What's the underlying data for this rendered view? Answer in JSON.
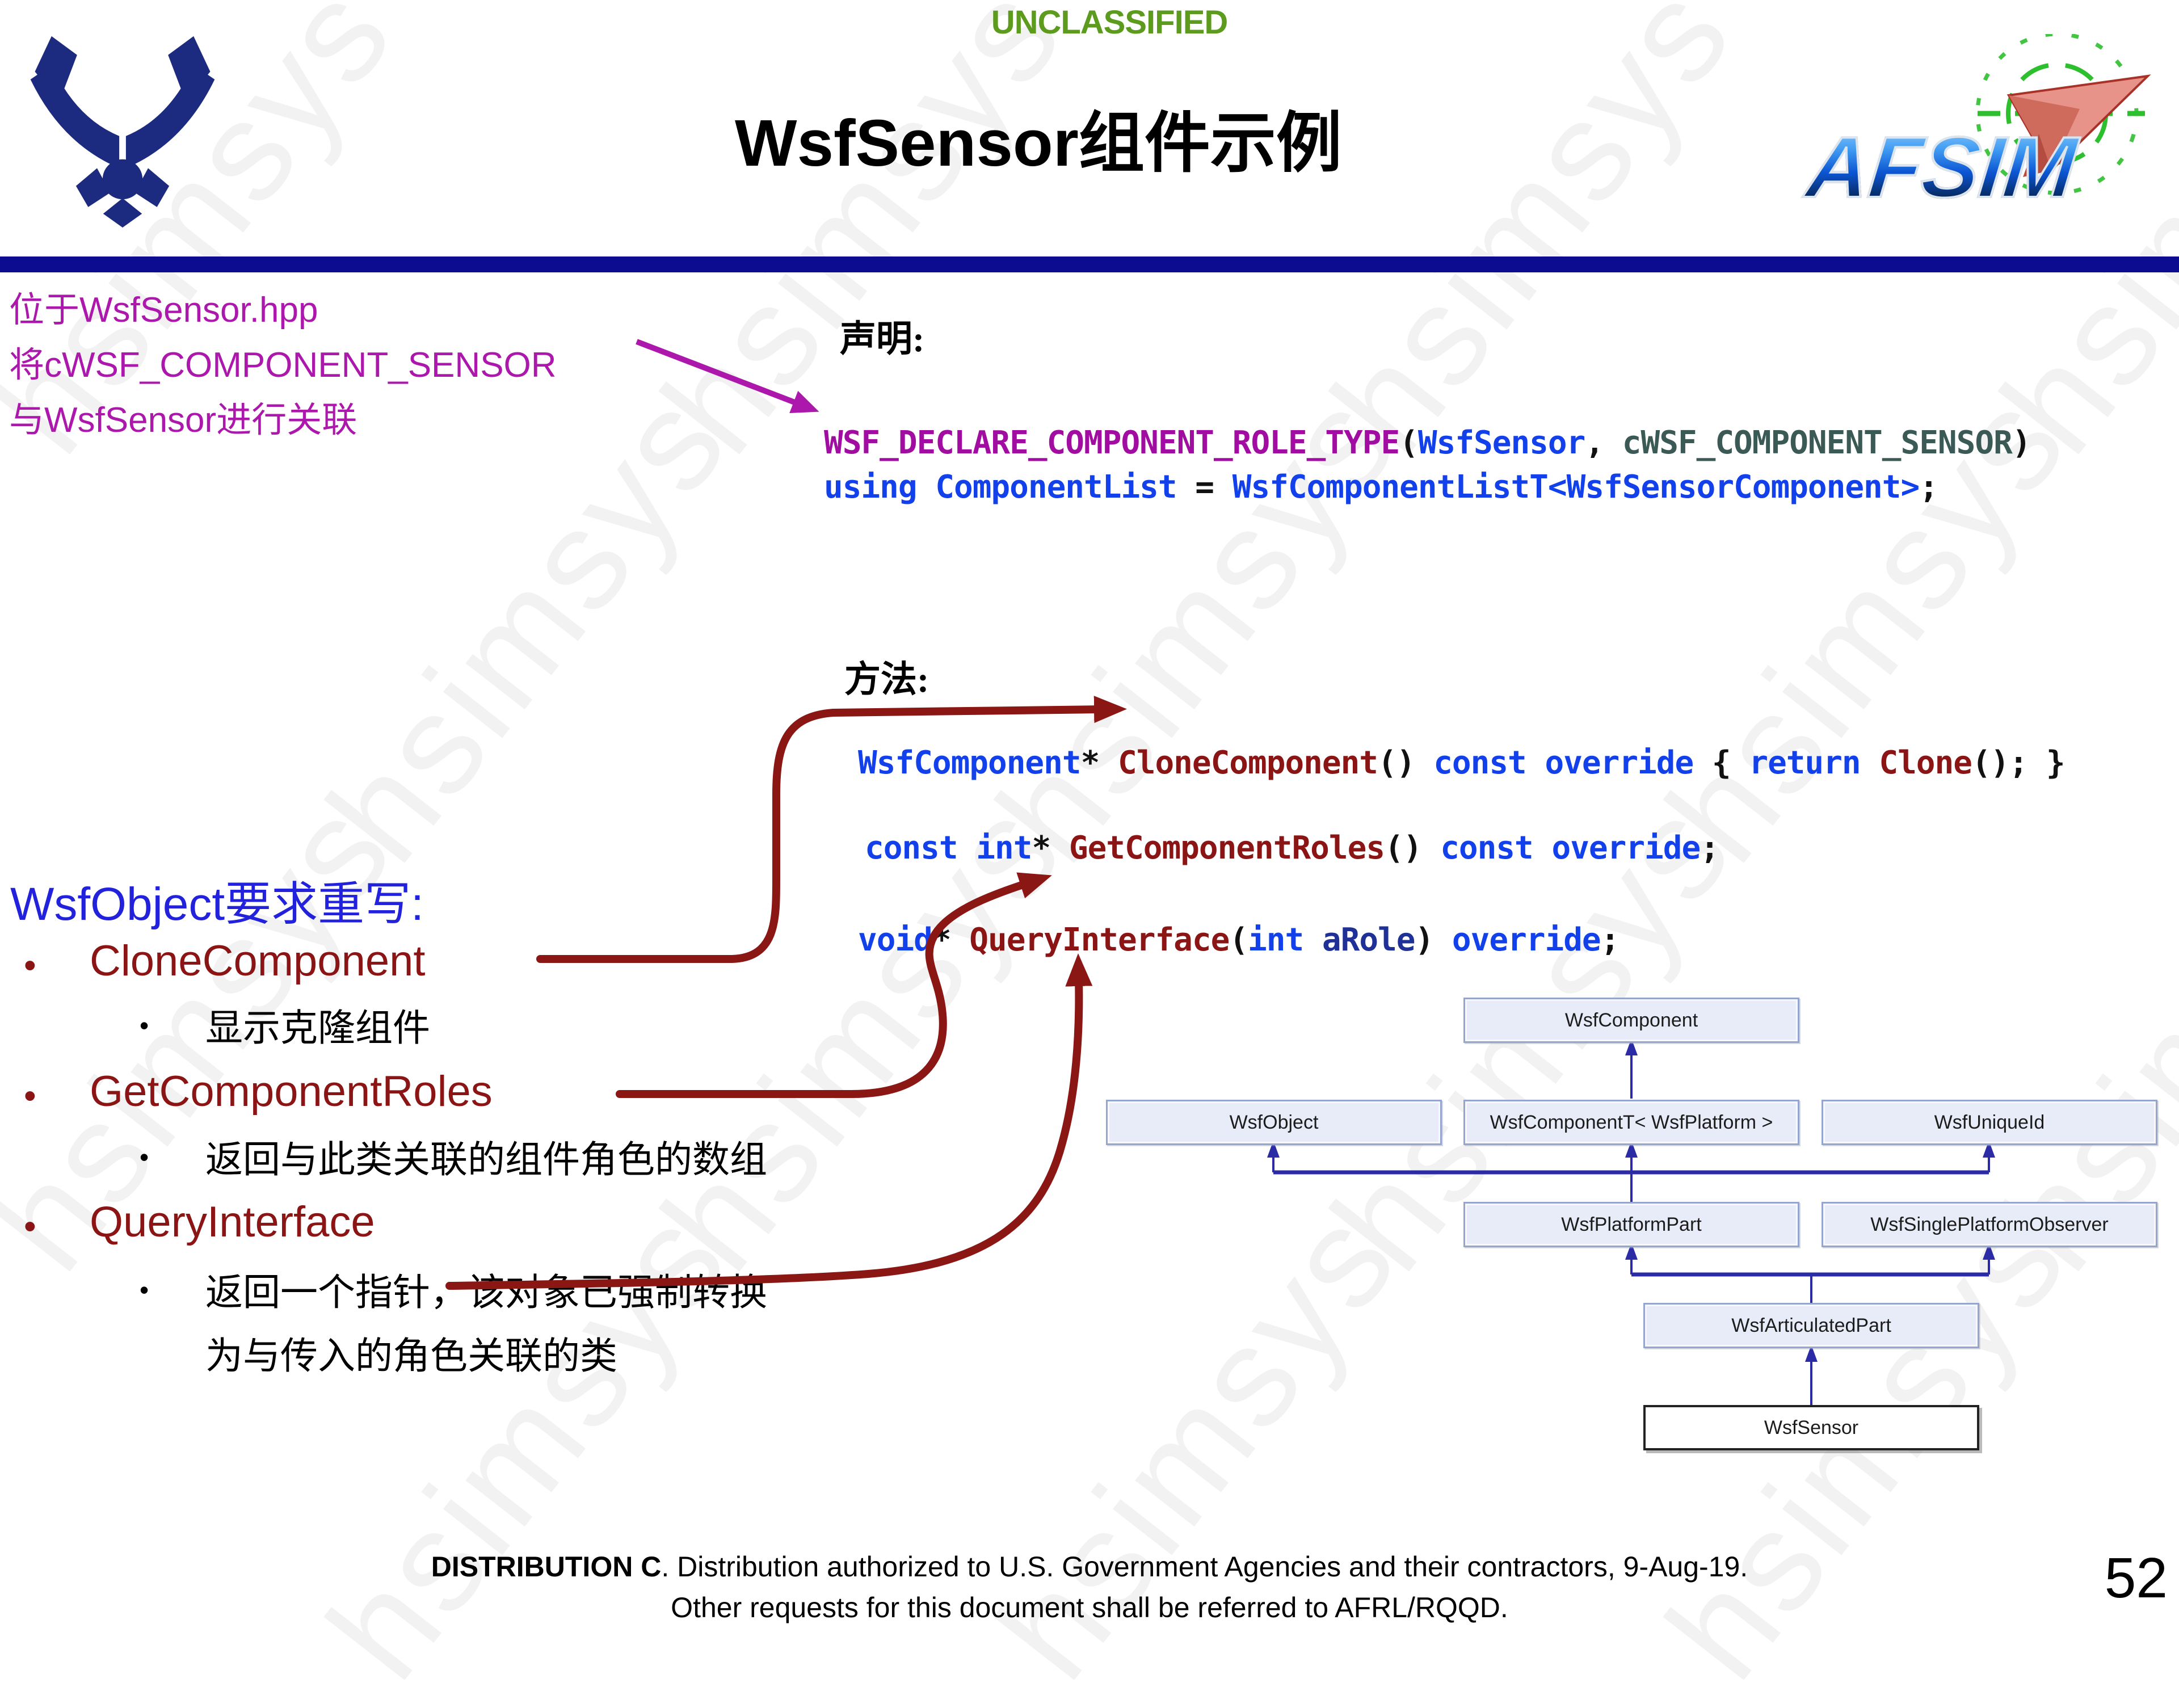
{
  "slide": {
    "classification": "UNCLASSIFIED",
    "title": "WsfSensor组件示例",
    "page_number": "52"
  },
  "logos": {
    "af_symbol": "us-air-force-wings-logo",
    "afsim_text": "AFSIM"
  },
  "note": {
    "line1": "位于WsfSensor.hpp",
    "line2": "将cWSF_COMPONENT_SENSOR",
    "line3": "与WsfSensor进行关联"
  },
  "declaration": {
    "heading": "声明:",
    "lines": [
      [
        {
          "t": "WSF_DECLARE_COMPONENT_ROLE_TYPE",
          "c": "macro"
        },
        {
          "t": "(",
          "c": "pl"
        },
        {
          "t": "WsfSensor",
          "c": "kw"
        },
        {
          "t": ", ",
          "c": "pl"
        },
        {
          "t": "cWSF_COMPONENT_SENSOR",
          "c": "enum"
        },
        {
          "t": ")",
          "c": "pl"
        }
      ],
      [
        {
          "t": "using ComponentList ",
          "c": "kw"
        },
        {
          "t": "= ",
          "c": "pl"
        },
        {
          "t": "WsfComponentListT<WsfSensorComponent>",
          "c": "kw"
        },
        {
          "t": ";",
          "c": "pl"
        }
      ]
    ]
  },
  "methods": {
    "heading": "方法:",
    "lines": [
      [
        {
          "t": "WsfComponent",
          "c": "kw"
        },
        {
          "t": "* ",
          "c": "pl"
        },
        {
          "t": "CloneComponent",
          "c": "id"
        },
        {
          "t": "() ",
          "c": "pl"
        },
        {
          "t": "const override",
          "c": "kw"
        },
        {
          "t": " { ",
          "c": "pl"
        },
        {
          "t": "return",
          "c": "kw"
        },
        {
          "t": " ",
          "c": "pl"
        },
        {
          "t": "Clone",
          "c": "id"
        },
        {
          "t": "(); }",
          "c": "pl"
        }
      ],
      [
        {
          "t": "const int",
          "c": "kw"
        },
        {
          "t": "* ",
          "c": "pl"
        },
        {
          "t": "GetComponentRoles",
          "c": "id"
        },
        {
          "t": "() ",
          "c": "pl"
        },
        {
          "t": "const override",
          "c": "kw"
        },
        {
          "t": ";",
          "c": "pl"
        }
      ],
      [
        {
          "t": "void",
          "c": "kw"
        },
        {
          "t": "* ",
          "c": "pl"
        },
        {
          "t": "QueryInterface",
          "c": "id"
        },
        {
          "t": "(",
          "c": "pl"
        },
        {
          "t": "int",
          "c": "kw"
        },
        {
          "t": " ",
          "c": "pl"
        },
        {
          "t": "aRole",
          "c": "arg"
        },
        {
          "t": ") ",
          "c": "pl"
        },
        {
          "t": "override",
          "c": "kw"
        },
        {
          "t": ";",
          "c": "pl"
        }
      ]
    ]
  },
  "overrides": {
    "heading": "WsfObject要求重写:",
    "items": [
      {
        "label": "CloneComponent",
        "desc1": "显示克隆组件"
      },
      {
        "label": "GetComponentRoles",
        "desc1": "返回与此类关联的组件角色的数组"
      },
      {
        "label": "QueryInterface",
        "desc1": "返回一个指针，该对象已强制转换",
        "desc2": "为与传入的角色关联的类"
      }
    ]
  },
  "diagram": {
    "nodes": [
      "WsfComponent",
      "WsfObject",
      "WsfComponentT< WsfPlatform >",
      "WsfUniqueId",
      "WsfPlatformPart",
      "WsfSinglePlatformObserver",
      "WsfArticulatedPart",
      "WsfSensor"
    ]
  },
  "footer": {
    "distribution_bold": "DISTRIBUTION C",
    "distribution_rest": ". Distribution authorized to U.S. Government Agencies and their contractors, 9-Aug-19.",
    "line2": "Other requests for this document shall be referred to AFRL/RQQD."
  },
  "watermark": "hsimsys",
  "colors": {
    "code": {
      "kw": "#1241EC",
      "id": "#8B1414",
      "macro": "#A10DA1",
      "enum": "#3C5A55",
      "arg": "#1F3096",
      "pl": "#111111"
    },
    "accent_magenta": "#AC18AC",
    "heading_blue": "#2222DC",
    "bullet_red": "#8B1414",
    "arrow_red": "#8B1715",
    "bar_navy": "#0C0C90",
    "classification_green": "#5C9B1E",
    "diagram_line": "#2B2BA6",
    "af_logo_navy": "#1C2B7F"
  }
}
